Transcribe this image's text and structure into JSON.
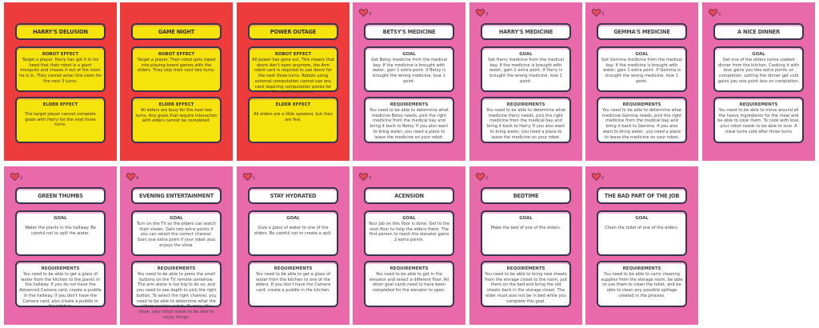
{
  "colors": {
    "event_bg": "#ee3b3b",
    "goal_bg": "#e96aaa",
    "event_box": "#f6e30c",
    "border": "#3a3450",
    "heart": "#e84a5a"
  },
  "cards": [
    {
      "type": "event",
      "title": "HARRY'S DELUSION",
      "label1": "ROBOT EFFECT",
      "text1": "Target a player. Harry has got it in his head that their robot is a giant mosquito and chases it out of the room he is in. They cannot enter this room for the next 3 turns.",
      "label2": "ELDER EFFECT",
      "text2": "The target player cannot complete goals with Harry for the next three turns."
    },
    {
      "type": "event",
      "title": "GAME NIGHT",
      "label1": "ROBOT EFFECT",
      "text1": "Target a player. Their robot gets roped into playing board games with the elders. They skip their next two turns.",
      "label2": "ELDER EFFECT",
      "text2": "All elders are busy for the next two turns. Any goals that require interaction with elders cannot be completed."
    },
    {
      "type": "event",
      "title": "POWER OUTAGE",
      "label1": "ROBOT EFFECT",
      "text1": "All power has gone out. This means that doors don't open anymore, the Arm robot card is required to use doors for the next three turns. Robots using external computation cannot use any card requiring computation points for the next three turns.",
      "label2": "ELDER EFFECT",
      "text2": "All elders are a little spooked, but they are fine."
    },
    {
      "type": "goal",
      "points": "3",
      "title": "BETSY'S MEDICINE",
      "label1": "GOAL",
      "text1": "Get Betsy medicine from the medical bay. If the medicine is brought with water, gain 1 extra point. If Betsy is brought the wrong medicine, lose 1 point.",
      "label2": "REQUIREMENTS",
      "text2": "You need to be able to determine what medicine Betsy needs, pick the right medicine from the medical bay and bring it back to Betsy. If you also want to bring water, you need a place to leave the medicine on your robot."
    },
    {
      "type": "goal",
      "points": "3",
      "title": "HARRY'S MEDICINE",
      "label1": "GOAL",
      "text1": "Get Harry medicine from the medical bay. If the medicine is brought with water, gain 1 extra point. If Harry is brought the wrong medicine, lose 1 point.",
      "label2": "REQUIREMENTS",
      "text2": "You need to be able to determine what medicine Harry needs, pick the right medicine from the medical bay and bring it back to Harry. If you also want to bring water, you need a place to leave the medicine on your robot."
    },
    {
      "type": "goal",
      "points": "3",
      "title": "GEMMA'S MEDICINE",
      "label1": "GOAL",
      "text1": "Get Gemma medicine from the medical bay. If the medicine is brought with water, gain 1 extra point. If Gemma is brought the wrong medicine, lose 1 point.",
      "label2": "REQUIREMENTS",
      "text2": "You need to be able to determine what medicine Gemma needs, pick the right medicine from the medical bay and bring it back to Gemma. If you also want to bring water, you need a place to leave the medicine on your robot."
    },
    {
      "type": "goal",
      "points": "2",
      "title": "A NICE DINNER",
      "label1": "GOAL",
      "text1": "Get one of the elders home cooked dinner from the kitchen. Cooking it with love gains you two extra points on completion. Letting the dinner get cold gains you one point less on completion.",
      "label2": "REQUIREMENTS",
      "text2": "You need to be able to move around all the heavy ingredients for the meal and be able to cook them. To cook with love, your robot needs to be able to love. A meal turns cold after three turns"
    },
    {
      "type": "goal",
      "points": "2",
      "title": "GREEN THUMBS",
      "label1": "GOAL",
      "text1": "Water the plants in the hallway. Be careful not to spill the water.",
      "label2": "REQUIREMENTS",
      "text2": "You need to be able to get a glass of water from the kitchen to the plants in the hallway. If you do not have the Advanced Camera card, create a puddle in the hallway. If you don't have the Camera card, also create a puddle in the kitchen."
    },
    {
      "type": "goal",
      "points": "4",
      "title": "EVENING ENTERTAINMENT",
      "label1": "GOAL",
      "text1": "Turn on the TV so the elders can watch their shows. Gain two extra points if you can select the correct channel. Gain one extra point if your robot also enjoys the show.",
      "label2": "REQUIREMENTS",
      "text2": "You need to be able to press the small buttons on the TV remote somehow. The arm alone is too big to do so, and you need to see depth to pick the right button. To select the right channel, you need to be able to determine what the elders want to watch. To enjoy the show, your robot needs to be able to enjoy things."
    },
    {
      "type": "goal",
      "points": "1",
      "title": "STAY HYDRATED",
      "label1": "GOAL",
      "text1": "Give a glass of water to one of the elders. Be careful not to create a spill.",
      "label2": "REQUIREMENTS",
      "text2": "You need to be able to get a glass of water from the kitchen to one of the elders. If you don't have the Camera card, create a puddle in the kitchen."
    },
    {
      "type": "goal",
      "points": "3",
      "title": "ACENSION",
      "label1": "GOAL",
      "text1": "Your job on this floor is done. Get to the next floor to help the elders there. The first person to reach the elevator gains 2 extra points.",
      "label2": "REQUIREMENTS",
      "text2": "You need to be able to get in the elevator and select a different floor. All other goal cards need to have been completed for the elevator to open."
    },
    {
      "type": "goal",
      "points": "2",
      "title": "BEDTIME",
      "label1": "GOAL",
      "text1": "Make the bed of one of the elders.",
      "label2": "REQUIREMENTS",
      "text2": "You need to be able to bring new sheets from the storage closet to the room, put them on the bed and bring the old sheets back in the storage closet. The elder must also not be in bed while you complete this goal."
    },
    {
      "type": "goal",
      "points": "2",
      "title": "THE BAD PART OF THE JOB",
      "label1": "GOAL",
      "text1": "Clean the toilet of one of the elders.",
      "label2": "REQUIREMENTS",
      "text2": "You need to be able to carry cleaning supplies from the storage room, be able to use them to clean the toilet, and be able to clean any possible spillage created in the process."
    }
  ]
}
